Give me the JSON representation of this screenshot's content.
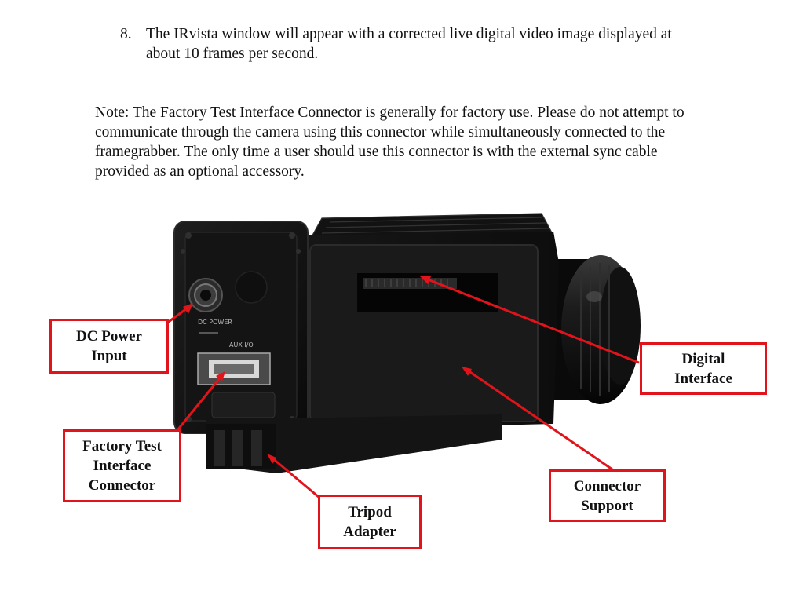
{
  "step": {
    "number": "8.",
    "text": "The IRvista window will appear with a corrected live digital video image displayed at about 10 frames per second."
  },
  "note": "Note:  The Factory Test Interface Connector is generally for factory use.  Please do not attempt to communicate through the camera using this connector while simultaneously connected to the framegrabber.  The only time a user should use this connector is with the external sync cable provided as an optional accessory.",
  "camera_labels": {
    "dc_power": "DC POWER",
    "aux_io": "AUX I/O"
  },
  "callouts": {
    "dc_power_input": "DC Power Input",
    "factory_test": "Factory Test Interface Connector",
    "tripod_adapter": "Tripod Adapter",
    "digital_interface": "Digital Interface",
    "connector_support": "Connector Support"
  },
  "colors": {
    "callout_red": "#e0141a"
  }
}
